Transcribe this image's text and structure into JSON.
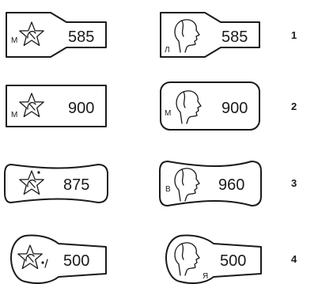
{
  "rows": [
    {
      "row_number": "1",
      "left": {
        "shape": "notched",
        "icon": "star-hammer-sickle-icon",
        "letter": "М",
        "value": "585"
      },
      "right": {
        "shape": "notched",
        "icon": "woman-profile-icon",
        "letter": "Л",
        "value": "585"
      }
    },
    {
      "row_number": "2",
      "left": {
        "shape": "rect",
        "icon": "star-hammer-sickle-icon",
        "letter": "М",
        "value": "900"
      },
      "right": {
        "shape": "rounded-rect",
        "icon": "woman-profile-icon",
        "letter": "М",
        "value": "900"
      }
    },
    {
      "row_number": "3",
      "left": {
        "shape": "barrel",
        "icon": "star-hammer-sickle-icon",
        "letter": "",
        "value": "875"
      },
      "right": {
        "shape": "barrel",
        "icon": "woman-profile-icon",
        "letter": "В",
        "value": "960"
      }
    },
    {
      "row_number": "4",
      "left": {
        "shape": "cone",
        "icon": "star-hammer-sickle-icon",
        "letter": "",
        "value": "500"
      },
      "right": {
        "shape": "cone",
        "icon": "woman-profile-icon",
        "letter": "Я",
        "value": "500"
      }
    }
  ]
}
